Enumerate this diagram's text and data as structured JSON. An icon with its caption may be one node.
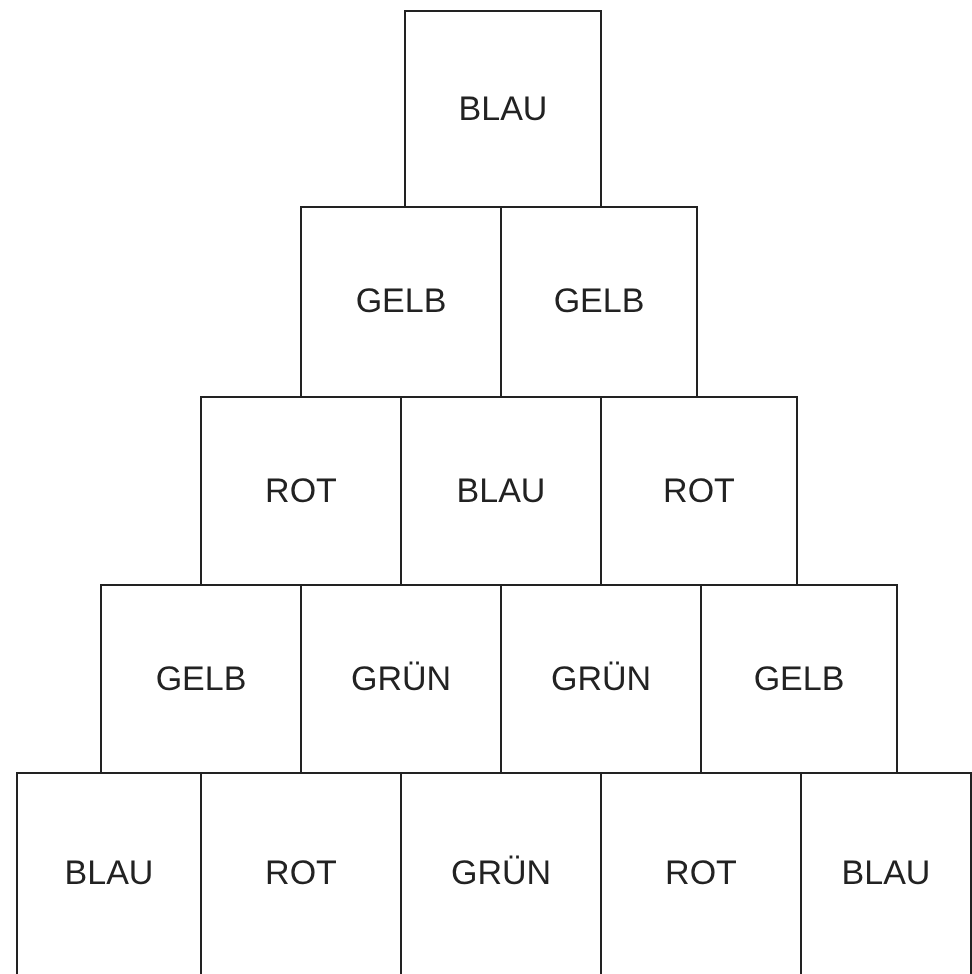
{
  "diagram": {
    "nodes": [
      {
        "text": [
          "BLAU"
        ]
      },
      {
        "text": [
          "GELB"
        ]
      },
      {
        "text": [
          "GELB"
        ]
      },
      {
        "text": [
          "ROT"
        ]
      },
      {
        "text": [
          "BLAU"
        ]
      },
      {
        "text": [
          "ROT"
        ]
      },
      {
        "text": [
          "GELB"
        ]
      },
      {
        "text": [
          "GRÜN"
        ]
      },
      {
        "text": [
          "GRÜN"
        ]
      },
      {
        "text": [
          "GELB"
        ]
      },
      {
        "text": [
          "BLAU"
        ]
      },
      {
        "text": [
          "ROT"
        ]
      },
      {
        "text": [
          "GRÜN"
        ]
      },
      {
        "text": [
          "ROT"
        ]
      },
      {
        "text": [
          "BLAU"
        ]
      }
    ]
  }
}
